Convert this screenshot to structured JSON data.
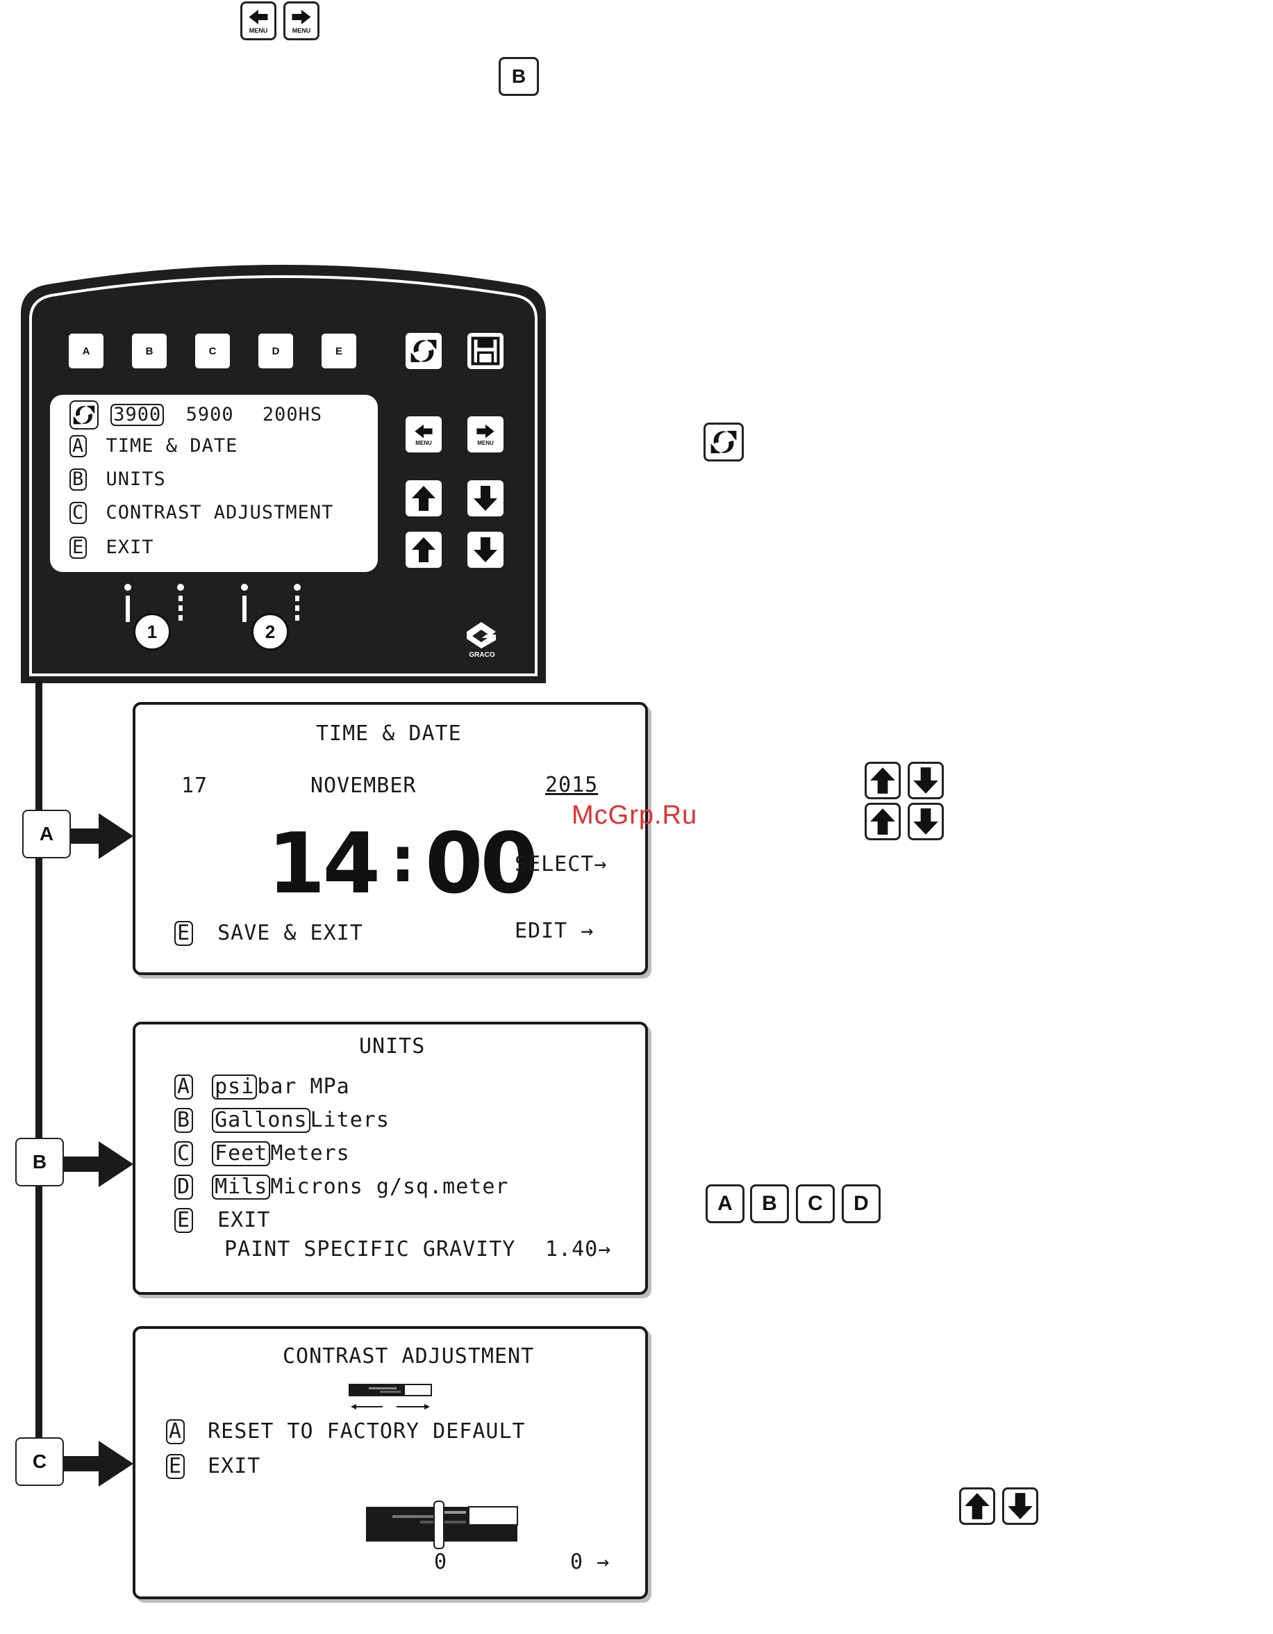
{
  "top_icons": {
    "menu_left_label": "MENU",
    "menu_right_label": "MENU",
    "key_b_label": "B"
  },
  "panel": {
    "keys": [
      "A",
      "B",
      "C",
      "D",
      "E"
    ],
    "display": {
      "models": [
        "3900",
        "5900",
        "200HS"
      ],
      "items": [
        {
          "key": "A",
          "label": "TIME & DATE"
        },
        {
          "key": "B",
          "label": "UNITS"
        },
        {
          "key": "C",
          "label": "CONTRAST ADJUSTMENT"
        },
        {
          "key": "E",
          "label": "EXIT"
        }
      ]
    },
    "menu_left_label": "MENU",
    "menu_right_label": "MENU",
    "channel_1": "1",
    "channel_2": "2",
    "brand": "GRACO"
  },
  "branch_tags": [
    "A",
    "B",
    "C"
  ],
  "time_date_screen": {
    "title": "TIME & DATE",
    "day": "17",
    "month": "NOVEMBER",
    "year": "2015",
    "hour": "14",
    "minute": "00",
    "select_label": "SELECT→",
    "exit_key": "E",
    "exit_label": "SAVE & EXIT",
    "edit_label": "EDIT  →"
  },
  "units_screen": {
    "title": "UNITS",
    "rows": [
      {
        "key": "A",
        "selected": "psi",
        "rest": "bar MPa"
      },
      {
        "key": "B",
        "selected": "Gallons",
        "rest": "Liters"
      },
      {
        "key": "C",
        "selected": "Feet",
        "rest": "Meters"
      },
      {
        "key": "D",
        "selected": "Mils",
        "rest": "Microns g/sq.meter"
      }
    ],
    "exit_key": "E",
    "exit_label": "EXIT",
    "gravity_label": "PAINT SPECIFIC GRAVITY",
    "gravity_value": "1.40→"
  },
  "contrast_screen": {
    "title": "CONTRAST ADJUSTMENT",
    "reset_key": "A",
    "reset_label": "RESET TO FACTORY DEFAULT",
    "exit_key": "E",
    "exit_label": "EXIT",
    "slider_value": "0",
    "right_value": "0 →"
  },
  "side_keys": {
    "abcd": [
      "A",
      "B",
      "C",
      "D"
    ]
  },
  "watermark": "McGrp.Ru",
  "colors": {
    "ink": "#1a1a1a",
    "panel": "#1f1f1f",
    "watermark": "#e0302f"
  }
}
